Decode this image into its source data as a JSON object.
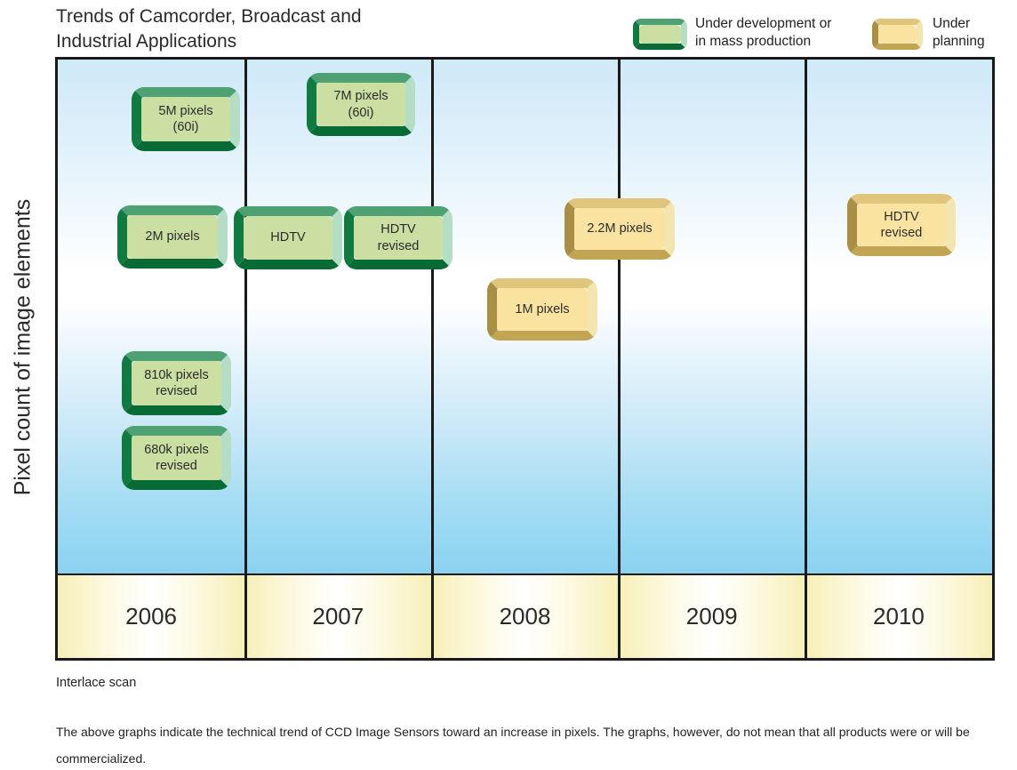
{
  "title": "Trends of Camcorder, Broadcast and\nIndustrial Applications",
  "y_axis_label": "Pixel count of image elements",
  "legend": [
    {
      "label": "Under development or\nin mass production",
      "status_key": "development",
      "color": "#cbdfa3"
    },
    {
      "label": "Under\nplanning",
      "status_key": "planning",
      "color": "#fae3a0"
    }
  ],
  "years": [
    "2006",
    "2007",
    "2008",
    "2009",
    "2010"
  ],
  "boxes": [
    {
      "label": "5M pixels\n(60i)",
      "status": "development"
    },
    {
      "label": "7M pixels\n(60i)",
      "status": "development"
    },
    {
      "label": "2M pixels",
      "status": "development"
    },
    {
      "label": "HDTV",
      "status": "development"
    },
    {
      "label": "HDTV\nrevised",
      "status": "development"
    },
    {
      "label": "2.2M pixels",
      "status": "planning"
    },
    {
      "label": "1M pixels",
      "status": "planning"
    },
    {
      "label": "810k pixels\nrevised",
      "status": "development"
    },
    {
      "label": "680k pixels\nrevised",
      "status": "development"
    },
    {
      "label": "HDTV\nrevised",
      "status": "planning"
    }
  ],
  "notes": {
    "interlace": "Interlace scan",
    "footnote": "The above graphs indicate the technical trend of CCD Image Sensors toward an increase in pixels.  The graphs, however, do not mean that all products were or will be commercialized."
  },
  "colors": {
    "green_face": "#cbdfa3",
    "green_bevel_dark": "#086b36",
    "yellow_face": "#fae3a0",
    "yellow_bevel_dark": "#a98e46",
    "plot_blue_top": "#cfe9f7",
    "plot_blue_bottom": "#8bd2f0",
    "year_band_yellow": "#f6efb8",
    "frame_line": "#1a1a1a"
  },
  "chart_data": {
    "type": "timeline",
    "title": "Trends of Camcorder, Broadcast and Industrial Applications",
    "x_categories": [
      "2006",
      "2007",
      "2008",
      "2009",
      "2010"
    ],
    "ylabel": "Pixel count of image elements",
    "legend_entries": [
      "Under development or in mass production",
      "Under planning"
    ],
    "items": [
      {
        "label": "5M pixels (60i)",
        "year": "2006",
        "status": "Under development or in mass production",
        "pixel_rank": "high"
      },
      {
        "label": "7M pixels (60i)",
        "year": "2007",
        "status": "Under development or in mass production",
        "pixel_rank": "highest"
      },
      {
        "label": "2M pixels",
        "year": "2006",
        "status": "Under development or in mass production",
        "pixel_rank": "mid-high"
      },
      {
        "label": "HDTV",
        "year": "2006-2007",
        "status": "Under development or in mass production",
        "pixel_rank": "mid-high"
      },
      {
        "label": "HDTV revised",
        "year": "2007-2008",
        "status": "Under development or in mass production",
        "pixel_rank": "mid-high"
      },
      {
        "label": "2.2M pixels",
        "year": "2008-2009",
        "status": "Under planning",
        "pixel_rank": "mid-high"
      },
      {
        "label": "1M pixels",
        "year": "2008",
        "status": "Under planning",
        "pixel_rank": "mid"
      },
      {
        "label": "810k pixels revised",
        "year": "2006",
        "status": "Under development or in mass production",
        "pixel_rank": "low"
      },
      {
        "label": "680k pixels revised",
        "year": "2006",
        "status": "Under development or in mass production",
        "pixel_rank": "lowest"
      },
      {
        "label": "HDTV revised",
        "year": "2010",
        "status": "Under planning",
        "pixel_rank": "mid-high"
      }
    ],
    "scan_note": "Interlace scan",
    "footnote": "The above graphs indicate the technical trend of CCD Image Sensors toward an increase in pixels.  The graphs, however, do not mean that all products were or will be commercialized.",
    "layout": {
      "grid": "vertical year columns",
      "legend_position": "top-right"
    }
  }
}
